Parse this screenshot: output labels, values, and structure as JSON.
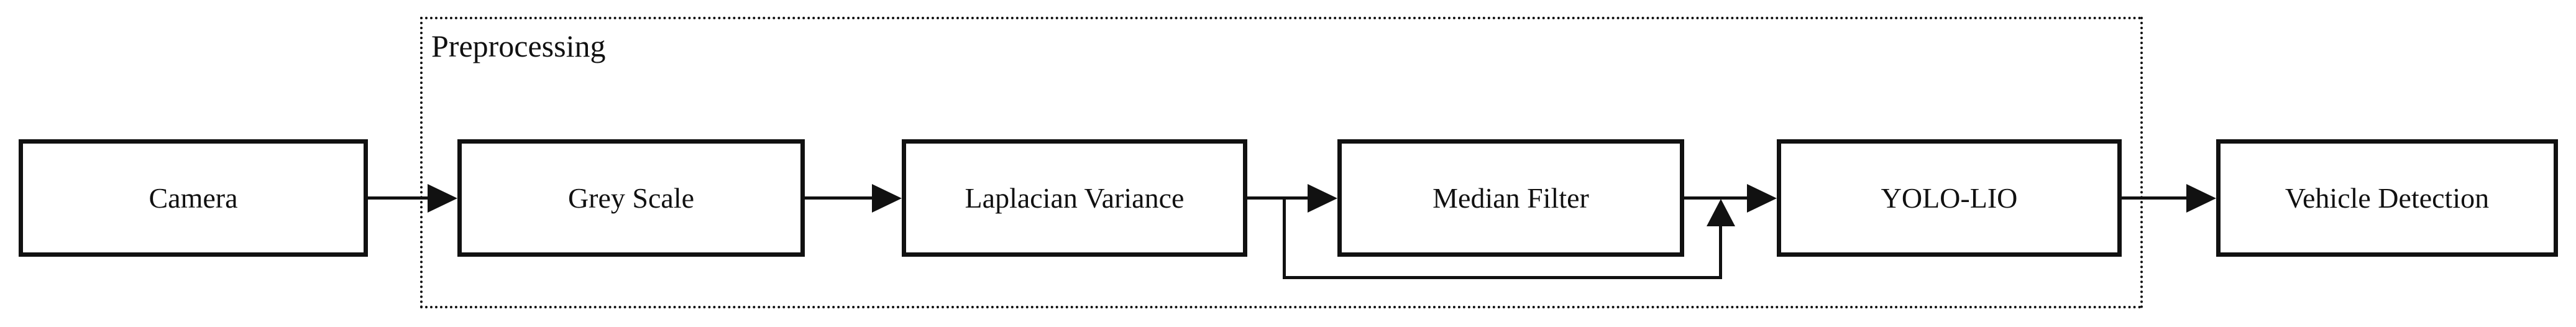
{
  "diagram": {
    "type": "flowchart",
    "group": {
      "label": "Preprocessing",
      "contains": [
        "grey-scale",
        "laplacian-variance",
        "median-filter",
        "yolo-lio"
      ]
    },
    "nodes": [
      {
        "id": "camera",
        "label": "Camera"
      },
      {
        "id": "grey-scale",
        "label": "Grey Scale"
      },
      {
        "id": "laplacian-variance",
        "label": "Laplacian Variance"
      },
      {
        "id": "median-filter",
        "label": "Median Filter"
      },
      {
        "id": "yolo-lio",
        "label": "YOLO-LIO"
      },
      {
        "id": "vehicle-detection",
        "label": "Vehicle Detection"
      }
    ],
    "edges": [
      {
        "from": "camera",
        "to": "grey-scale"
      },
      {
        "from": "grey-scale",
        "to": "laplacian-variance"
      },
      {
        "from": "laplacian-variance",
        "to": "median-filter"
      },
      {
        "from": "median-filter",
        "to": "yolo-lio"
      },
      {
        "from": "laplacian-variance",
        "to": "yolo-lio",
        "route": "bypass-below-median-filter"
      },
      {
        "from": "yolo-lio",
        "to": "vehicle-detection"
      }
    ],
    "colors": {
      "line": "#111111",
      "text": "#111111",
      "background": "#ffffff"
    }
  }
}
